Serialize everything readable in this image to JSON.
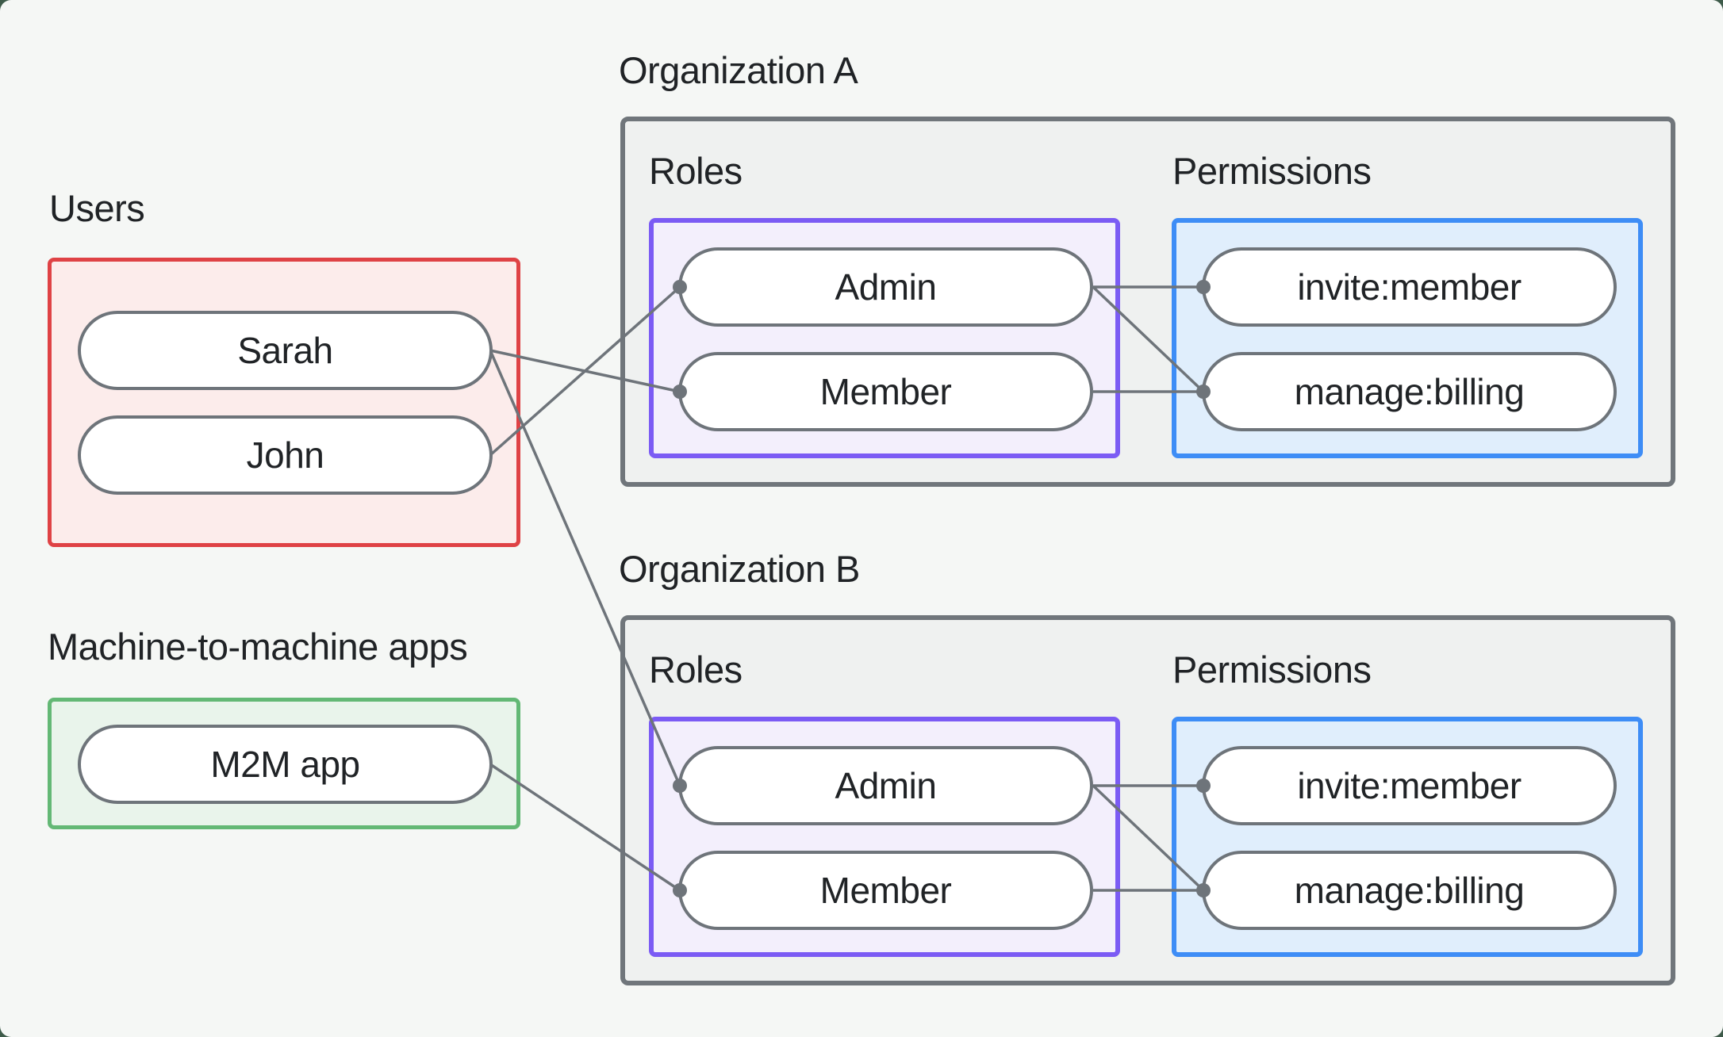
{
  "diagram": {
    "users_section": {
      "label": "Users",
      "items": [
        {
          "label": "Sarah"
        },
        {
          "label": "John"
        }
      ]
    },
    "m2m_section": {
      "label": "Machine-to-machine apps",
      "items": [
        {
          "label": "M2M app"
        }
      ]
    },
    "organizations": [
      {
        "title": "Organization A",
        "roles_label": "Roles",
        "permissions_label": "Permissions",
        "roles": [
          {
            "label": "Admin"
          },
          {
            "label": "Member"
          }
        ],
        "permissions": [
          {
            "label": "invite:member"
          },
          {
            "label": "manage:billing"
          }
        ]
      },
      {
        "title": "Organization B",
        "roles_label": "Roles",
        "permissions_label": "Permissions",
        "roles": [
          {
            "label": "Admin"
          },
          {
            "label": "Member"
          }
        ],
        "permissions": [
          {
            "label": "invite:member"
          },
          {
            "label": "manage:billing"
          }
        ]
      }
    ],
    "connections": [
      {
        "from": "Sarah",
        "to": "Organization A / Member"
      },
      {
        "from": "John",
        "to": "Organization A / Admin"
      },
      {
        "from": "Sarah",
        "to": "Organization B / Admin"
      },
      {
        "from": "M2M app",
        "to": "Organization B / Member"
      },
      {
        "from": "Organization A / Admin",
        "to": "Organization A / invite:member"
      },
      {
        "from": "Organization A / Admin",
        "to": "Organization A / manage:billing"
      },
      {
        "from": "Organization A / Member",
        "to": "Organization A / manage:billing"
      },
      {
        "from": "Organization B / Admin",
        "to": "Organization B / invite:member"
      },
      {
        "from": "Organization B / Admin",
        "to": "Organization B / manage:billing"
      },
      {
        "from": "Organization B / Member",
        "to": "Organization B / manage:billing"
      }
    ],
    "colors": {
      "page_background": "#3E5B4A",
      "card_background": "#F5F7F5",
      "text": "#202326",
      "users_border": "#DF4245",
      "users_fill": "#FCECEB",
      "m2m_border": "#63B875",
      "m2m_fill": "#E9F4EB",
      "org_border": "#70767B",
      "org_fill": "#EFF1F0",
      "roles_border": "#7B5BF4",
      "roles_fill": "#F3EFFC",
      "permissions_border": "#3E8DF6",
      "permissions_fill": "#E0EEFC",
      "pill_border": "#6E747A",
      "pill_fill": "#FFFFFF",
      "connector": "#6E747A"
    }
  }
}
